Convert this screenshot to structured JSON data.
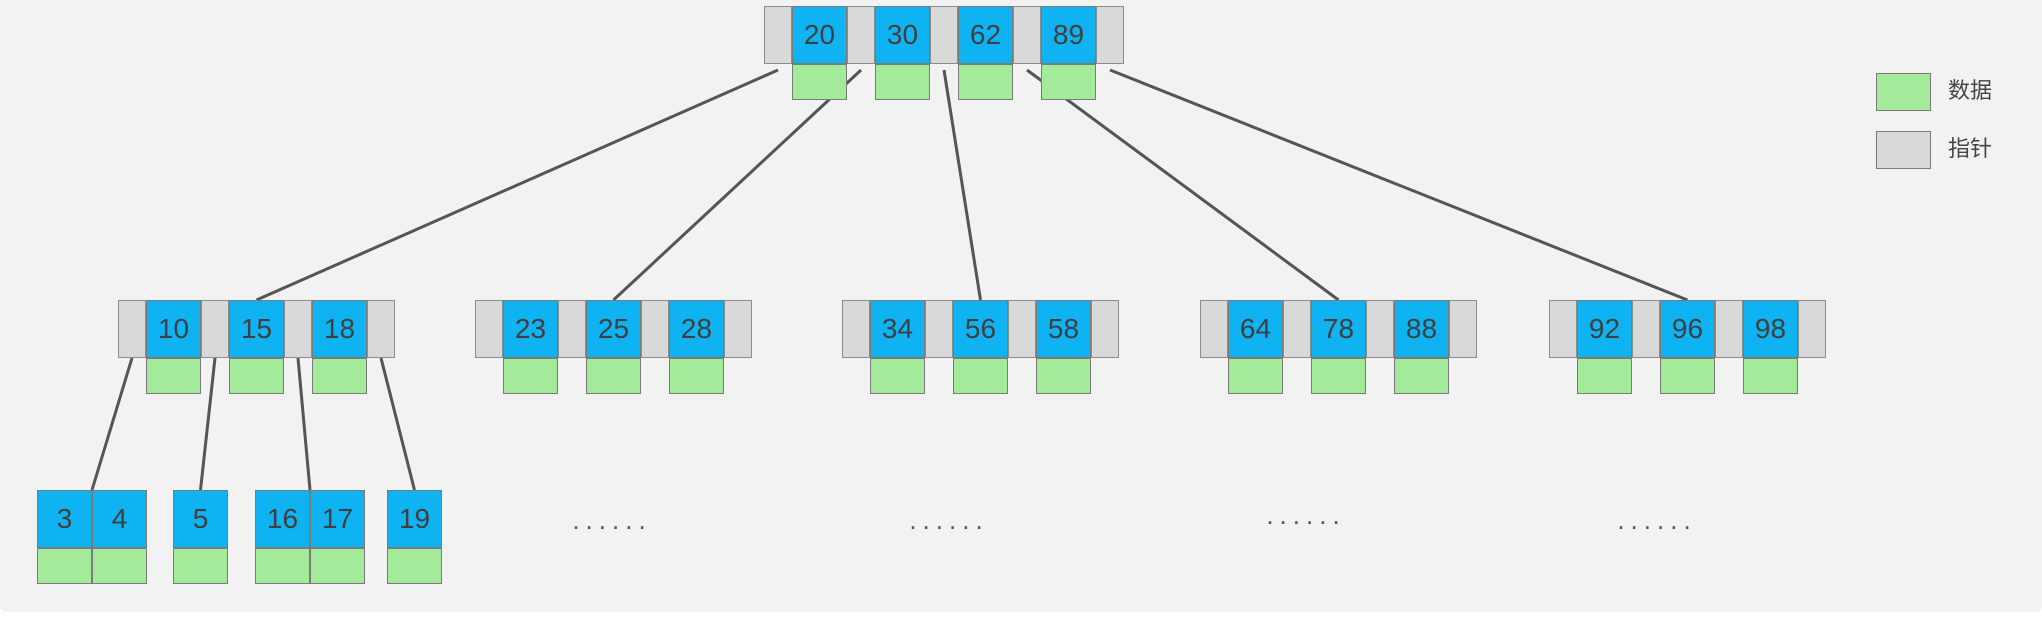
{
  "legend": {
    "data_label": "数据",
    "pointer_label": "指针",
    "data_color": "#a3ea9b",
    "pointer_color": "#d9d9d9",
    "key_color": "#10b3f2"
  },
  "root": {
    "keys": [
      "20",
      "30",
      "62",
      "89"
    ]
  },
  "level1": [
    {
      "keys": [
        "10",
        "15",
        "18"
      ]
    },
    {
      "keys": [
        "23",
        "25",
        "28"
      ]
    },
    {
      "keys": [
        "34",
        "56",
        "58"
      ]
    },
    {
      "keys": [
        "64",
        "78",
        "88"
      ]
    },
    {
      "keys": [
        "92",
        "96",
        "98"
      ]
    }
  ],
  "leaves": [
    {
      "keys": [
        "3",
        "4"
      ]
    },
    {
      "keys": [
        "5"
      ]
    },
    {
      "keys": [
        "16",
        "17"
      ]
    },
    {
      "keys": [
        "19"
      ]
    }
  ],
  "ellipsis": [
    "......",
    "......",
    "......",
    "......"
  ]
}
